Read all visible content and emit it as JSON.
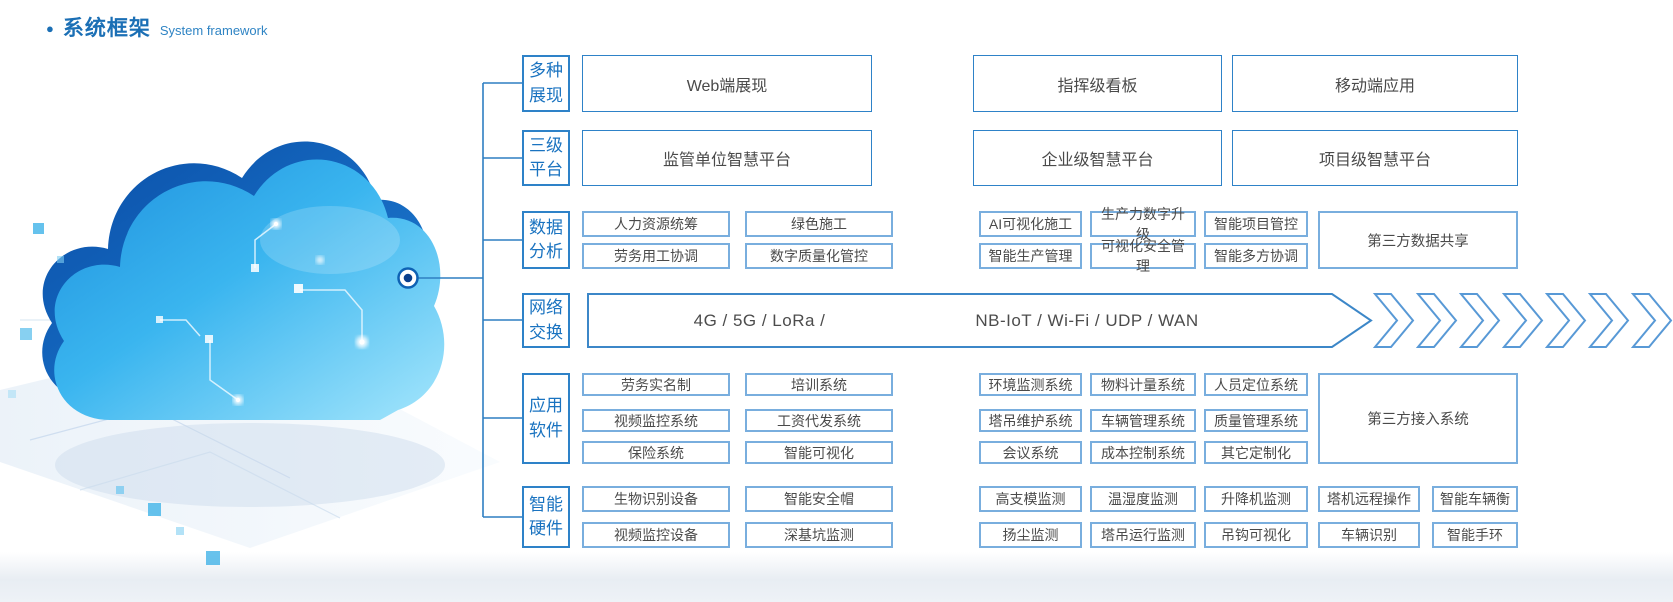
{
  "title": {
    "bullet": "●",
    "zh": "系统框架",
    "en": "System framework"
  },
  "colors": {
    "accent": "#1b6fb5",
    "line": "#2e7fc2",
    "big_box_border": "#2e82c8",
    "small_box_border": "#79aede",
    "label_text": "#1a73c0",
    "box_text": "#4a4a4a"
  },
  "labels": [
    "多种展现",
    "三级平台",
    "数据分析",
    "网络交换",
    "应用软件",
    "智能硬件"
  ],
  "display_row": [
    "Web端展现",
    "指挥级看板",
    "移动端应用"
  ],
  "platform_row": [
    "监管单位智慧平台",
    "企业级智慧平台",
    "项目级智慧平台"
  ],
  "data_row": {
    "r1": [
      "人力资源统筹",
      "绿色施工",
      "AI可视化施工",
      "生产力数字升级",
      "智能项目管控"
    ],
    "r2": [
      "劳务用工协调",
      "数字质量化管控",
      "智能生产管理",
      "可视化安全管理",
      "智能多方协调"
    ],
    "tall": "第三方数据共享"
  },
  "network_row": {
    "left": "4G / 5G / LoRa /",
    "right": "NB-IoT / Wi-Fi / UDP / WAN",
    "chevron_count": 7
  },
  "apps_row": {
    "r1": [
      "劳务实名制",
      "培训系统",
      "环境监测系统",
      "物料计量系统",
      "人员定位系统"
    ],
    "r2": [
      "视频监控系统",
      "工资代发系统",
      "塔吊维护系统",
      "车辆管理系统",
      "质量管理系统"
    ],
    "r3": [
      "保险系统",
      "智能可视化",
      "会议系统",
      "成本控制系统",
      "其它定制化"
    ],
    "tall": "第三方接入系统"
  },
  "hardware_row": {
    "r1": [
      "生物识别设备",
      "智能安全帽",
      "高支模监测",
      "温湿度监测",
      "升降机监测",
      "塔机远程操作",
      "智能车辆衡"
    ],
    "r2": [
      "视频监控设备",
      "深基坑监测",
      "扬尘监测",
      "塔吊运行监测",
      "吊钩可视化",
      "车辆识别",
      "智能手环"
    ]
  }
}
